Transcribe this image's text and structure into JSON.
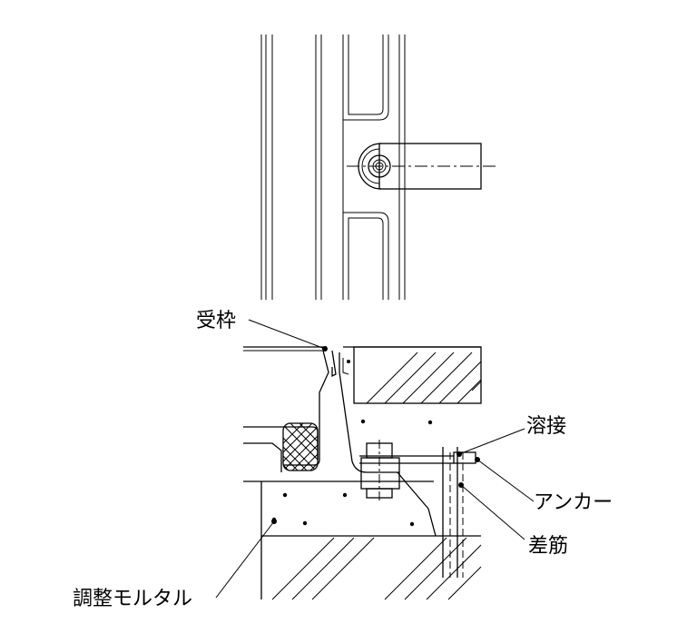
{
  "labels": {
    "uke_waku": "受枠",
    "yousetsu": "溶接",
    "anchor": "アンカー",
    "sasekin": "差筋",
    "chousei_mortar": "調整モルタル"
  },
  "colors": {
    "line": "#000000",
    "background": "#ffffff"
  }
}
